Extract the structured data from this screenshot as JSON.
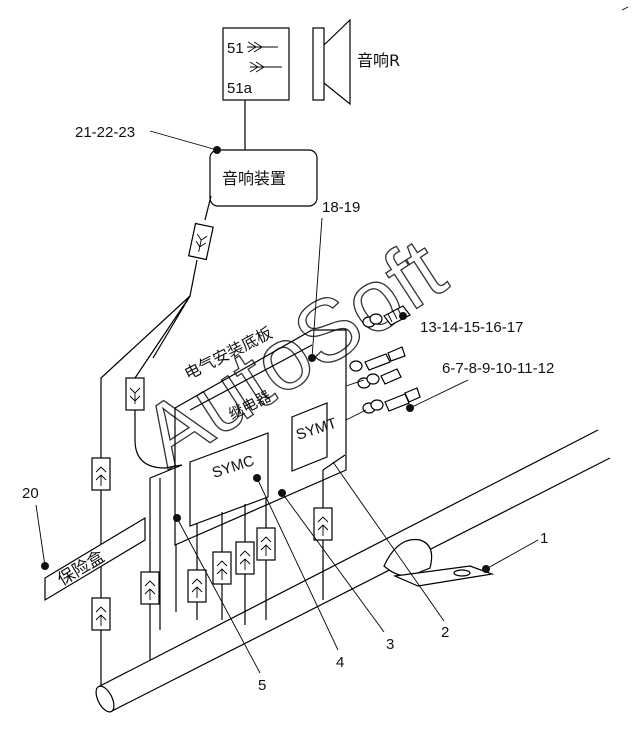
{
  "unit": {
    "line1": "51",
    "line2": "51a"
  },
  "speaker_label": "音响R",
  "audio_unit_label": "音响装置",
  "fuse_box_label": "保险盒",
  "panel_label": "电气安装底板",
  "relay_label": "继电器",
  "module_c": "SYMC",
  "module_t": "SYMT",
  "watermark": "AutoSoft",
  "callouts": {
    "c1": "1",
    "c2": "2",
    "c3": "3",
    "c4": "4",
    "c5": "5",
    "c20": "20",
    "c18_19": "18-19",
    "c21_23": "21-22-23",
    "c6_12": "6-7-8-9-10-11-12",
    "c13_17": "13-14-15-16-17"
  }
}
